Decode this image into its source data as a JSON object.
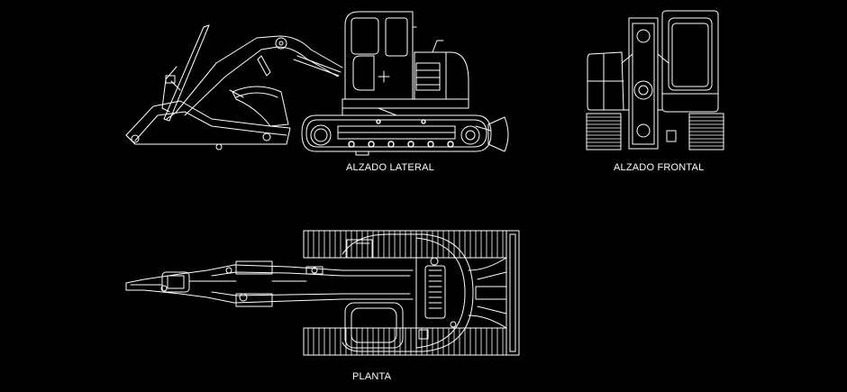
{
  "drawing": {
    "background": "#000000",
    "line_color": "#ffffff",
    "labels": {
      "side_view": "ALZADO LATERAL",
      "front_view": "ALZADO FRONTAL",
      "top_view": "PLANTA"
    }
  }
}
